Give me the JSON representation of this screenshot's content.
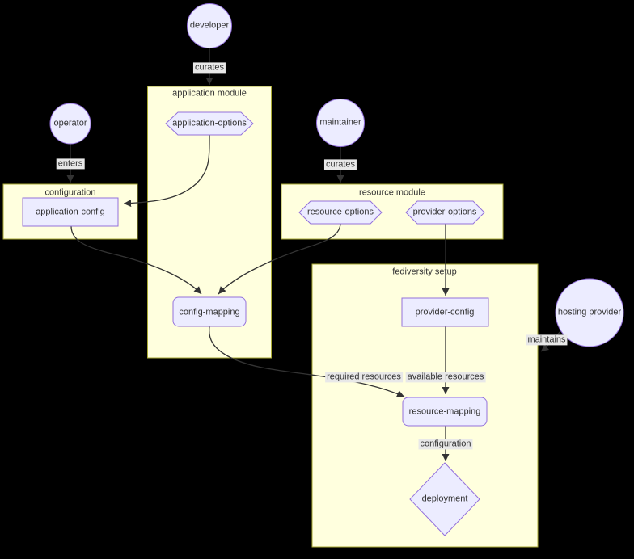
{
  "diagram": {
    "type": "flowchart",
    "clusters": [
      {
        "id": "application-module",
        "label": "application module"
      },
      {
        "id": "configuration",
        "label": "configuration"
      },
      {
        "id": "resource-module",
        "label": "resource module"
      },
      {
        "id": "fediversity-setup",
        "label": "fediversity setup"
      }
    ],
    "nodes": [
      {
        "id": "developer",
        "label": "developer",
        "shape": "circle"
      },
      {
        "id": "operator",
        "label": "operator",
        "shape": "circle"
      },
      {
        "id": "maintainer",
        "label": "maintainer",
        "shape": "circle"
      },
      {
        "id": "hosting-provider",
        "label": "hosting provider",
        "shape": "circle"
      },
      {
        "id": "application-options",
        "label": "application-options",
        "shape": "hexagon",
        "cluster": "application-module"
      },
      {
        "id": "resource-options",
        "label": "resource-options",
        "shape": "hexagon",
        "cluster": "resource-module"
      },
      {
        "id": "provider-options",
        "label": "provider-options",
        "shape": "hexagon",
        "cluster": "resource-module"
      },
      {
        "id": "application-config",
        "label": "application-config",
        "shape": "rect",
        "cluster": "configuration"
      },
      {
        "id": "provider-config",
        "label": "provider-config",
        "shape": "rect",
        "cluster": "fediversity-setup"
      },
      {
        "id": "config-mapping",
        "label": "config-mapping",
        "shape": "rounded",
        "cluster": "application-module"
      },
      {
        "id": "resource-mapping",
        "label": "resource-mapping",
        "shape": "rounded",
        "cluster": "fediversity-setup"
      },
      {
        "id": "deployment",
        "label": "deployment",
        "shape": "diamond",
        "cluster": "fediversity-setup"
      }
    ],
    "edges": [
      {
        "from": "developer",
        "to": "application-module",
        "label": "curates"
      },
      {
        "from": "operator",
        "to": "configuration",
        "label": "enters"
      },
      {
        "from": "maintainer",
        "to": "resource-module",
        "label": "curates"
      },
      {
        "from": "application-options",
        "to": "application-config",
        "label": ""
      },
      {
        "from": "application-config",
        "to": "config-mapping",
        "label": ""
      },
      {
        "from": "resource-options",
        "to": "config-mapping",
        "label": ""
      },
      {
        "from": "provider-options",
        "to": "provider-config",
        "label": ""
      },
      {
        "from": "config-mapping",
        "to": "resource-mapping",
        "label": "required resources"
      },
      {
        "from": "provider-config",
        "to": "resource-mapping",
        "label": "available resources"
      },
      {
        "from": "resource-mapping",
        "to": "deployment",
        "label": "configuration"
      },
      {
        "from": "hosting-provider",
        "to": "fediversity-setup",
        "label": "maintains"
      }
    ],
    "colors": {
      "background": "#000000",
      "text": "#333333",
      "node_fill": "#ECECFF",
      "node_border": "#9370DB",
      "cluster_fill": "#ffffde",
      "cluster_border": "#aaaa33",
      "edge": "#333333",
      "label_bg": "#e8e8e8"
    }
  }
}
